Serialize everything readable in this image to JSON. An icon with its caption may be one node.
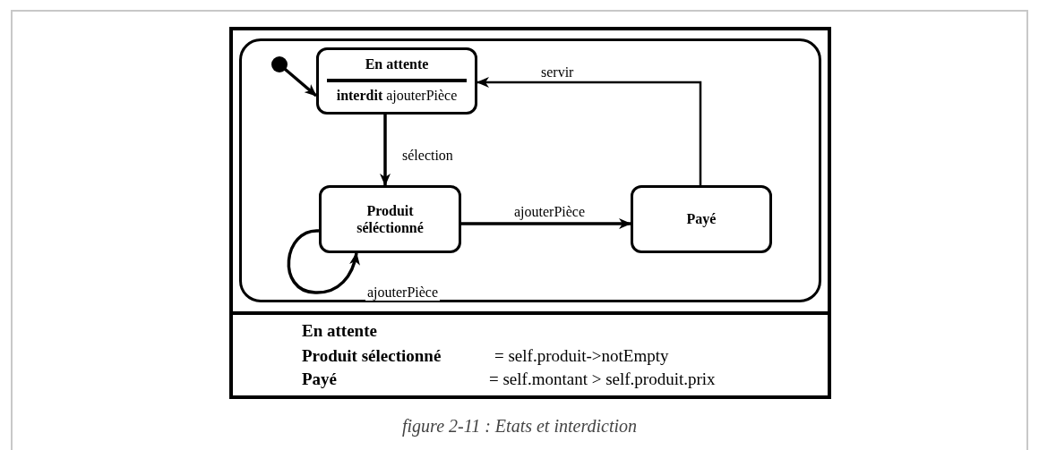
{
  "diagram": {
    "caption": "figure 2-11 : Etats et interdiction",
    "nodes": [
      {
        "text": [],
        "shape": "box"
      },
      {
        "text": [],
        "shape": "box",
        "in": 0
      },
      {
        "text": [],
        "shape": "circle",
        "in": 1
      },
      {
        "text": [
          "En attente",
          "**interdit** ajouterPièce"
        ],
        "in": 1
      },
      {
        "text": [
          "Produit séléctionné"
        ],
        "in": 1
      },
      {
        "text": [
          "Payé"
        ],
        "in": 1
      }
    ],
    "edges": [
      {
        "from": 2,
        "to": 3,
        "arrow": "to"
      },
      {
        "from": 3,
        "to": 4,
        "arrow": "to",
        "label": "sélection"
      },
      {
        "from": 4,
        "to": 5,
        "arrow": "to",
        "label": "ajouterPièce"
      },
      {
        "from": 5,
        "to": 3,
        "arrow": "to",
        "label": "servir"
      },
      {
        "from": 4,
        "to": 4,
        "arrow": "to",
        "label": "ajouterPièce"
      }
    ],
    "labels": [
      "En attente",
      "Produit sélectionné",
      "= self.produit->notEmpty",
      "Payé",
      "= self.montant > self.produit.prix"
    ]
  }
}
